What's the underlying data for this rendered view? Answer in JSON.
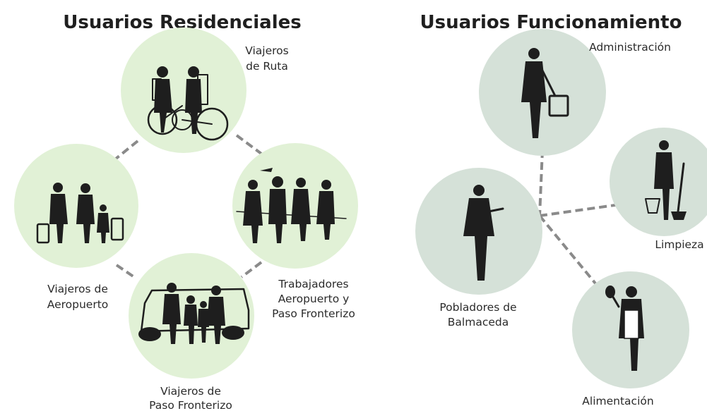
{
  "residential": {
    "title": "Usuarios Residenciales",
    "users": [
      {
        "line1": "Viajeros",
        "line2": "de Ruta"
      },
      {
        "line1": "Viajeros de",
        "line2": "Aeropuerto"
      },
      {
        "line1": "Trabajadores",
        "line2": "Aeropuerto y",
        "line3": "Paso Fronterizo"
      },
      {
        "line1": "Viajeros de",
        "line2": "Paso Fronterizo"
      }
    ]
  },
  "operation": {
    "title": "Usuarios Funcionamiento",
    "users": [
      {
        "line1": "Administración"
      },
      {
        "line1": "Limpieza"
      },
      {
        "line1": "Pobladores de",
        "line2": "Balmaceda"
      },
      {
        "line1": "Alimentación"
      }
    ]
  }
}
